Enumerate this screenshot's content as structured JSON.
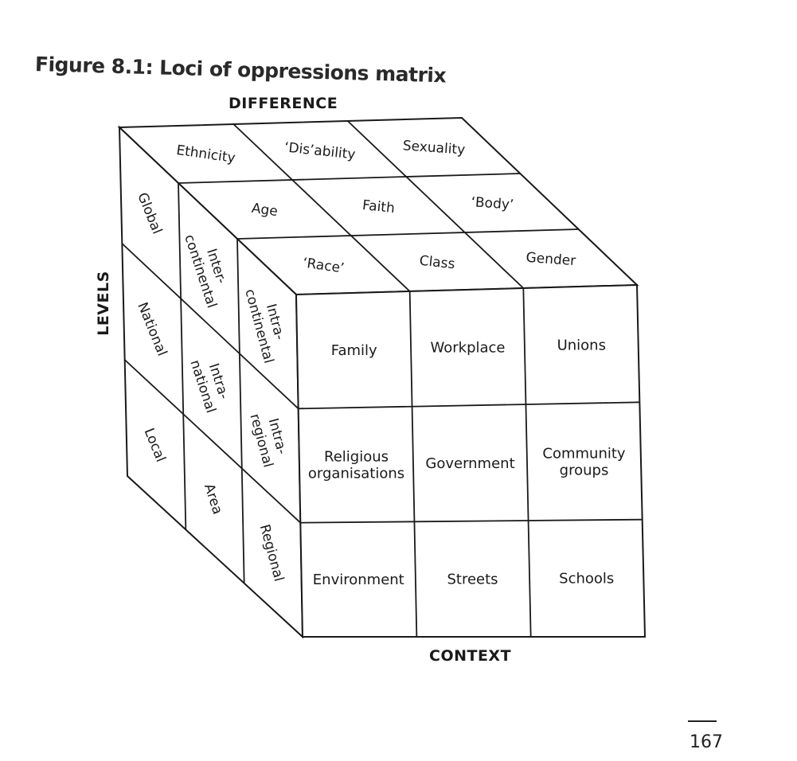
{
  "figure_title": "Figure 8.1: Loci of oppressions matrix",
  "axes": {
    "difference": "DIFFERENCE",
    "levels": "LEVELS",
    "context": "CONTEXT"
  },
  "page_number": "167",
  "top_face": [
    [
      "Ethnicity",
      "‘Dis’ability",
      "Sexuality"
    ],
    [
      "Age",
      "Faith",
      "‘Body’"
    ],
    [
      "‘Race’",
      "Class",
      "Gender"
    ]
  ],
  "left_face": [
    [
      "Global",
      "Inter-\ncontinental",
      "Intra-\ncontinental"
    ],
    [
      "National",
      "Intra-\nnational",
      "Intra-\nregional"
    ],
    [
      "Local",
      "Area",
      "Regional"
    ]
  ],
  "front_face": [
    [
      "Family",
      "Workplace",
      "Unions"
    ],
    [
      "Religious\norganisations",
      "Government",
      "Community\ngroups"
    ],
    [
      "Environment",
      "Streets",
      "Schools"
    ]
  ]
}
